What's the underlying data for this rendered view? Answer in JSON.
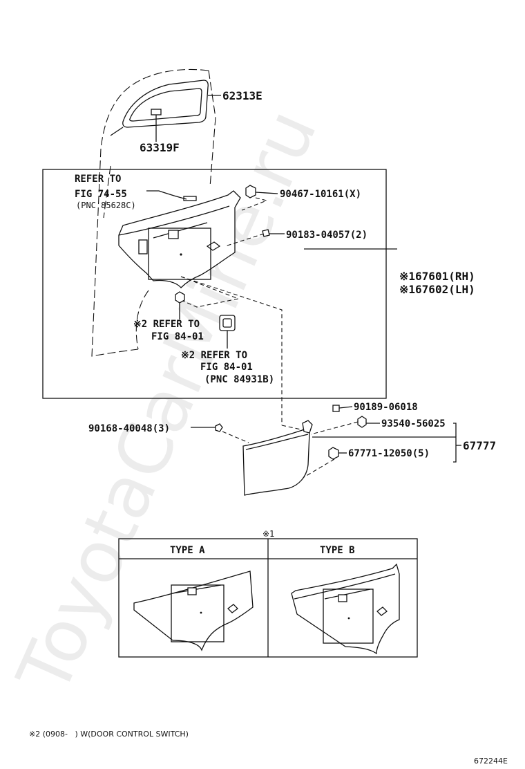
{
  "labels": {
    "p62313e": "62313E",
    "p63319f": "63319F",
    "refer1_a": "REFER TO",
    "refer1_b": "FIG 74-55",
    "refer1_c": "(PNC 85628C)",
    "p90467": "90467-10161(X)",
    "p90183": "90183-04057(2)",
    "p67601": "※167601(RH)",
    "p67602": "※167602(LH)",
    "refer2_a": "※2 REFER TO",
    "refer2_b": "FIG 84-01",
    "refer3_a": "※2 REFER TO",
    "refer3_b": "FIG 84-01",
    "refer3_c": "(PNC 84931B)",
    "p90189": "90189-06018",
    "p93540": "93540-56025",
    "p90168": "90168-40048(3)",
    "p67771": "67771-12050(5)",
    "p67777": "67777"
  },
  "variants": {
    "marker": "※1",
    "type_a": "TYPE A",
    "type_b": "TYPE B"
  },
  "footnote": "※2 (0908-   ) W(DOOR CONTROL SWITCH)",
  "figure_id": "672244E",
  "watermark": "ToyotaCarMine.ru"
}
